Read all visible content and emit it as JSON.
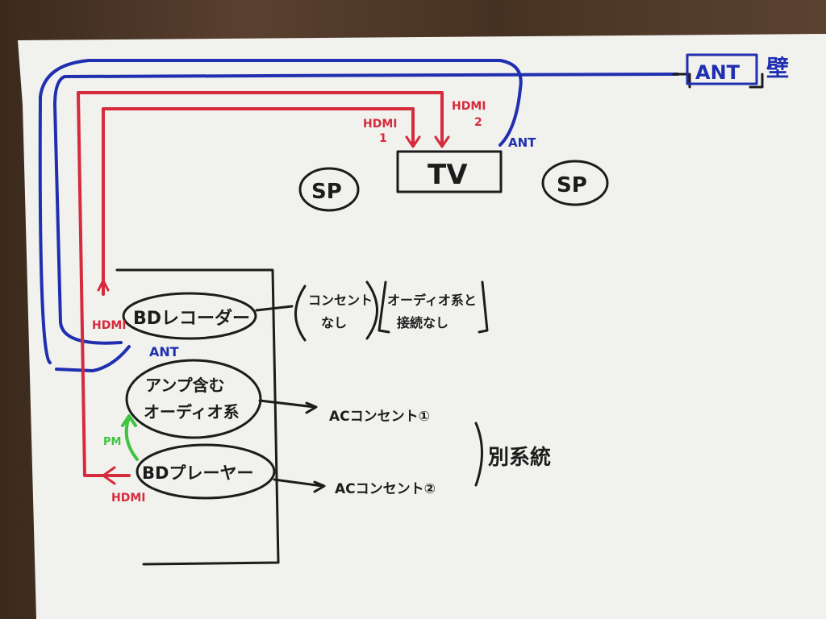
{
  "colors": {
    "paper": "#f2f2ef",
    "ink_black": "#1c1c1c",
    "ink_red": "#d52b3c",
    "ink_blue": "#1f2fb0",
    "ink_green": "#3fc43f"
  },
  "wall": {
    "antenna_label": "ANT",
    "wall_label": "壁"
  },
  "tv": {
    "label": "TV",
    "hdmi1": [
      "HDMI",
      "1"
    ],
    "hdmi2": [
      "HDMI",
      "2"
    ],
    "ant": "ANT"
  },
  "speakers": [
    "SP",
    "SP"
  ],
  "bd_recorder": {
    "label": "BDレコーダー",
    "hdmi": "HDMI",
    "ant": "ANT",
    "note1": [
      "コンセント",
      "なし"
    ],
    "note2": [
      "オーディオ系と",
      "接続なし"
    ]
  },
  "audio": {
    "label": [
      "アンプ含む",
      "オーディオ系"
    ],
    "outlet": "ACコンセント①"
  },
  "bd_player": {
    "label": "BDプレーヤー",
    "hdmi": "HDMI",
    "link": "PM",
    "outlet": "ACコンセント②"
  },
  "separate_circuit": "別系統"
}
